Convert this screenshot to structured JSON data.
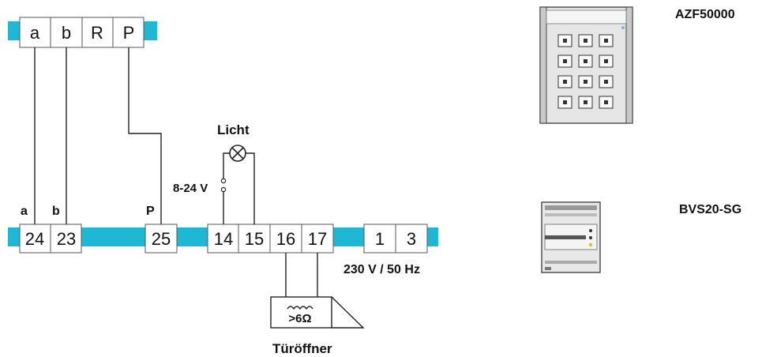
{
  "top_terminals": [
    "a",
    "b",
    "R",
    "P"
  ],
  "bottom_wire_labels": {
    "a": "a",
    "b": "b",
    "p": "P"
  },
  "bottom_terminals": [
    "24",
    "23",
    "25",
    "14",
    "15",
    "16",
    "17",
    "1",
    "3"
  ],
  "light_label": "Licht",
  "voltage_label": "8-24 V",
  "mains_label": "230 V / 50 Hz",
  "opener_symbol": ">6Ω",
  "opener_label": "Türöffner",
  "devices": [
    {
      "name": "AZF50000",
      "icon": "keypad-panel-icon"
    },
    {
      "name": "BVS20-SG",
      "icon": "din-rail-power-supply-icon"
    }
  ],
  "colors": {
    "rail": "#1fb8d4"
  }
}
